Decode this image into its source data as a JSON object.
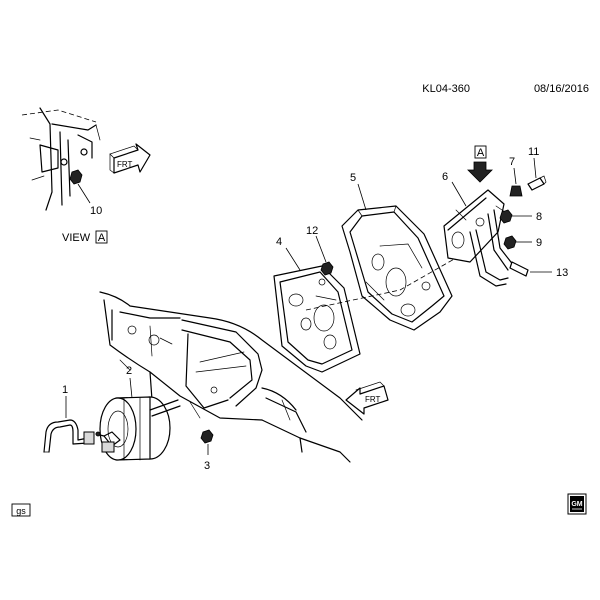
{
  "header": {
    "code": "KL04-360",
    "date": "08/16/2016"
  },
  "view": {
    "label": "VIEW",
    "letter": "A"
  },
  "front_label": "FRT",
  "callouts": [
    "1",
    "2",
    "3",
    "4",
    "5",
    "6",
    "7",
    "8",
    "9",
    "10",
    "11",
    "12",
    "13"
  ],
  "footer": {
    "left_tag": "gs",
    "logo_text": "GM"
  }
}
